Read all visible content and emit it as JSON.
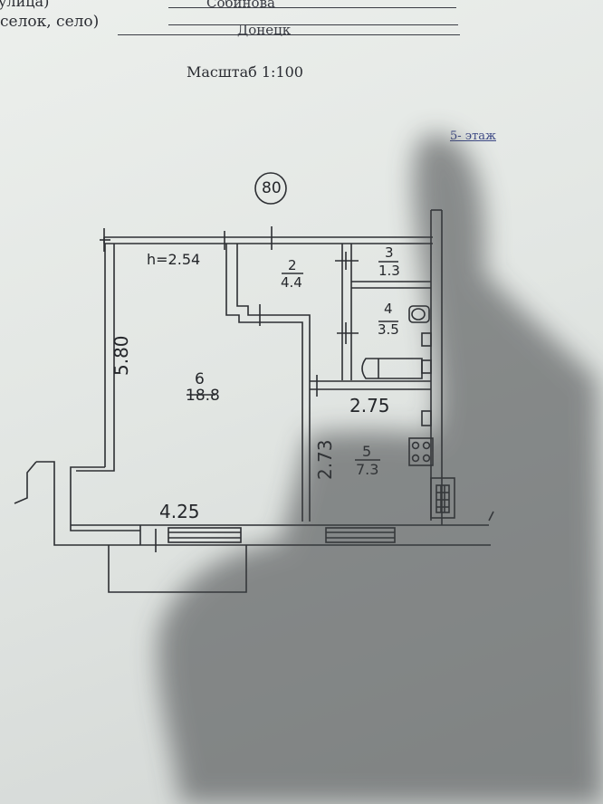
{
  "header": {
    "street_label": "улица)",
    "street_value": "Собинова",
    "city_label": "селок, село)",
    "city_value": "Донецк",
    "scale": "Масштаб 1:100",
    "floor": "5- этаж"
  },
  "plan": {
    "building_number": "80",
    "ceiling_height": "h=2.54",
    "rooms": [
      {
        "number": "2",
        "area": "4.4"
      },
      {
        "number": "3",
        "area": "1.3"
      },
      {
        "number": "4",
        "area": "3.5"
      },
      {
        "number": "6",
        "area": "18.8"
      },
      {
        "number": "5",
        "area": "7.3"
      }
    ],
    "dimensions": {
      "main_length": "5.80",
      "main_width": "4.25",
      "kitchen_width": "2.75",
      "kitchen_length": "2.73"
    }
  },
  "colors": {
    "paper": "#e6e9e6",
    "ink": "#2a2c30",
    "link": "#3e4a86"
  }
}
